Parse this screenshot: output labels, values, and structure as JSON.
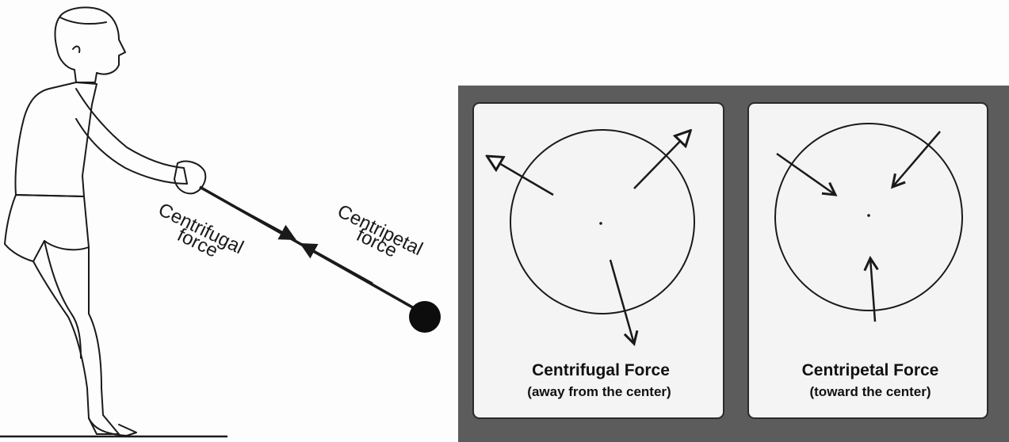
{
  "left_figure": {
    "centrifugal_label_line1": "Centrifugal",
    "centrifugal_label_line2": "force",
    "centripetal_label_line1": "Centripetal",
    "centripetal_label_line2": "force"
  },
  "panels": [
    {
      "title": "Centrifugal Force",
      "subtitle": "(away from the center)",
      "arrow_direction": "outward"
    },
    {
      "title": "Centripetal Force",
      "subtitle": "(toward the center)",
      "arrow_direction": "inward"
    }
  ],
  "colors": {
    "frame": "#5c5c5c",
    "panel_background": "#f4f4f4",
    "line": "#1a1a1a"
  }
}
